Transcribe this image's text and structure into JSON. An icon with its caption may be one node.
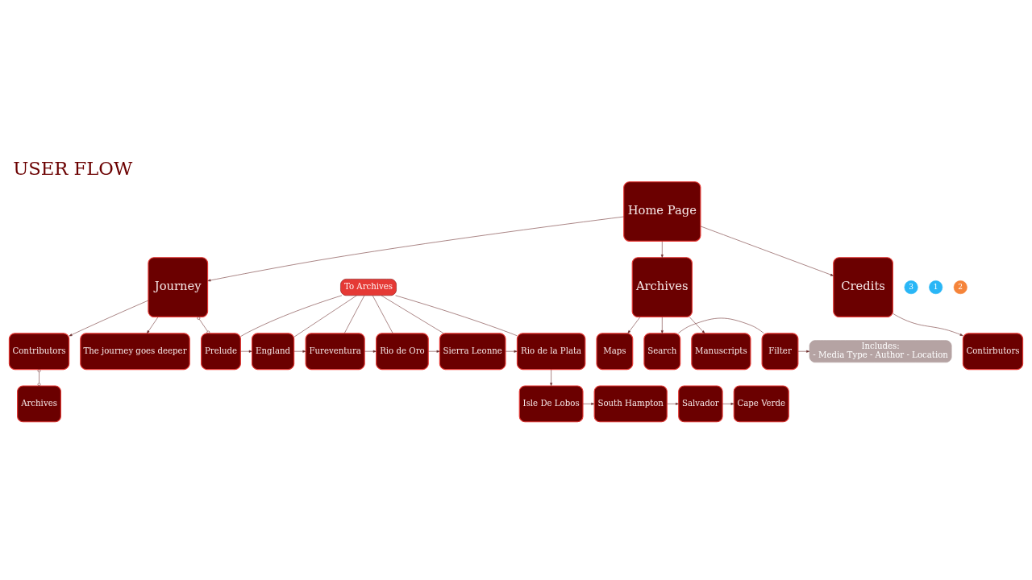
{
  "diagram": {
    "title": "USER FLOW",
    "nodes": [
      {
        "text": [
          "Home Page"
        ]
      },
      {
        "text": [
          "Credits"
        ]
      },
      {
        "text": [
          "3"
        ]
      },
      {
        "text": [
          "Contirbutors"
        ]
      },
      {
        "text": [
          "To Archives"
        ]
      },
      {
        "text": [
          "Journey"
        ]
      },
      {
        "text": [
          "1"
        ]
      },
      {
        "text": [
          "Archives"
        ]
      },
      {
        "text": [
          "2"
        ]
      },
      {
        "text": [
          "Rio de la Plata"
        ]
      },
      {
        "text": [
          "Sierra Leonne"
        ]
      },
      {
        "text": [
          "Rio de Oro"
        ]
      },
      {
        "text": [
          "Fureventura"
        ]
      },
      {
        "text": [
          "England"
        ]
      },
      {
        "text": [
          "Prelude"
        ]
      },
      {
        "text": [
          "Search"
        ]
      },
      {
        "text": [
          "Filter"
        ]
      },
      {
        "text": [
          "Includes:",
          "- Media Type - Author - Location"
        ]
      },
      {
        "text": [
          "Isle De Lobos"
        ]
      },
      {
        "text": [
          "South Hampton"
        ]
      },
      {
        "text": [
          "Salvador"
        ]
      },
      {
        "text": [
          "Cape Verde"
        ]
      },
      {
        "text": [
          "The journey goes deeper"
        ]
      },
      {
        "text": [
          "Manuscripts"
        ]
      },
      {
        "text": [
          "Contributors"
        ]
      },
      {
        "text": [
          "Archives"
        ]
      },
      {
        "text": [
          "Maps"
        ]
      }
    ],
    "edges": [
      {
        "from": 0,
        "to": 1,
        "arrow": "to"
      },
      {
        "from": 1,
        "to": 3,
        "arrow": "to"
      },
      {
        "from": 0,
        "to": 5,
        "arrow": "to"
      },
      {
        "from": 0,
        "to": 7,
        "arrow": "to"
      },
      {
        "from": 4,
        "to": 9,
        "arrow": "none"
      },
      {
        "from": 4,
        "to": 10,
        "arrow": "none"
      },
      {
        "from": 4,
        "to": 11,
        "arrow": "none"
      },
      {
        "from": 4,
        "to": 12,
        "arrow": "none"
      },
      {
        "from": 4,
        "to": 13,
        "arrow": "none"
      },
      {
        "from": 4,
        "to": 14,
        "arrow": "none"
      },
      {
        "from": 5,
        "to": 14,
        "arrow": "other"
      },
      {
        "from": 14,
        "to": 13,
        "arrow": "to"
      },
      {
        "from": 13,
        "to": 12,
        "arrow": "to"
      },
      {
        "from": 12,
        "to": 11,
        "arrow": "to"
      },
      {
        "from": 11,
        "to": 10,
        "arrow": "to"
      },
      {
        "from": 10,
        "to": 9,
        "arrow": "to"
      },
      {
        "from": 9,
        "to": 18,
        "arrow": "to"
      },
      {
        "from": 18,
        "to": 19,
        "arrow": "to"
      },
      {
        "from": 19,
        "to": 20,
        "arrow": "to"
      },
      {
        "from": 20,
        "to": 21,
        "arrow": "to"
      },
      {
        "from": 7,
        "to": 15,
        "arrow": "to"
      },
      {
        "from": 15,
        "to": 16,
        "arrow": "none"
      },
      {
        "from": 16,
        "to": 17,
        "arrow": "to"
      },
      {
        "from": 5,
        "to": 22,
        "arrow": "to"
      },
      {
        "from": 5,
        "to": 24,
        "arrow": "to"
      },
      {
        "from": 24,
        "to": 25,
        "arrow": "other"
      },
      {
        "from": 7,
        "to": 23,
        "arrow": "to"
      },
      {
        "from": 7,
        "to": 26,
        "arrow": "to"
      }
    ]
  }
}
